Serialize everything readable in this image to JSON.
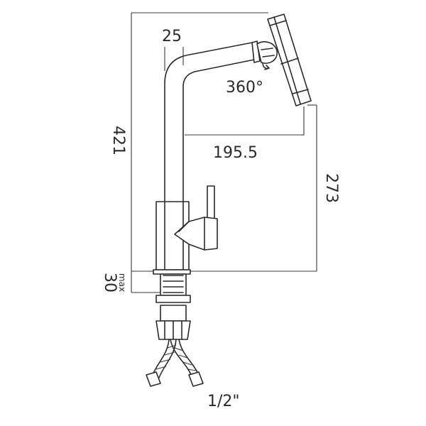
{
  "drawing": {
    "dimensions": {
      "spout_width": "25",
      "rotation": "360°",
      "total_height": "421",
      "spout_reach": "195.5",
      "spout_height": "273",
      "max_deck_thickness": "30",
      "max_label": "max",
      "connection_size": "1/2\""
    }
  }
}
